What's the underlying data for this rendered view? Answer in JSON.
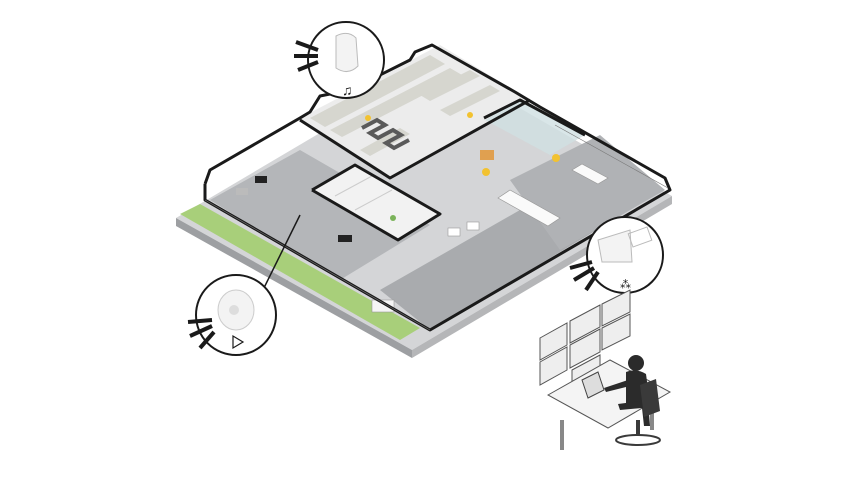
{
  "illustration": {
    "colors": {
      "outline": "#1a1a1a",
      "ground": "#c9cacc",
      "asphalt": "#a9abae",
      "floor": "#ececec",
      "grass": "#a8cf7a",
      "accent_yellow": "#f2c230",
      "operator": "#2b2b2b"
    },
    "callouts": [
      {
        "device": "ceiling-speaker",
        "symbol_icon": "music-note-icon"
      },
      {
        "device": "horn-speaker",
        "symbol_icon": "alarm-burst-icon"
      },
      {
        "device": "ceiling-dome-speaker",
        "symbol_icon": "play-icon"
      }
    ],
    "monitor_wall": {
      "rows": 3,
      "columns": 2
    }
  }
}
